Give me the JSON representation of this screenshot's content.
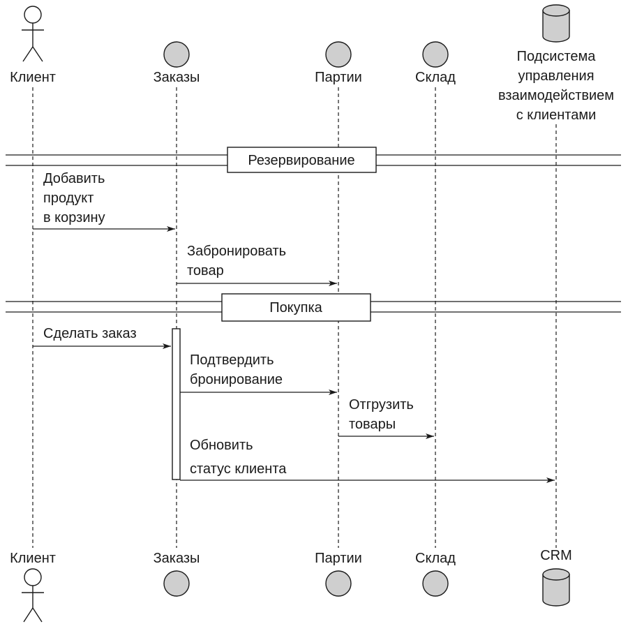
{
  "participants": {
    "client": {
      "top_label": "Клиент",
      "bottom_label": "Клиент",
      "icon": "actor-icon"
    },
    "orders": {
      "top_label": "Заказы",
      "bottom_label": "Заказы",
      "icon": "entity-circle-icon"
    },
    "batches": {
      "top_label": "Партии",
      "bottom_label": "Партии",
      "icon": "entity-circle-icon"
    },
    "warehouse": {
      "top_label": "Склад",
      "bottom_label": "Склад",
      "icon": "entity-circle-icon"
    },
    "crm": {
      "top_label_lines": [
        "Подсистема",
        "управления",
        "взаимодействием",
        "с клиентами"
      ],
      "bottom_label": "CRM",
      "icon": "database-icon"
    }
  },
  "sections": {
    "reservation": "Резервирование",
    "purchase": "Покупка"
  },
  "messages": {
    "add_to_cart": [
      "Добавить",
      "продукт",
      "в корзину"
    ],
    "reserve_goods": [
      "Забронировать",
      "товар"
    ],
    "place_order": [
      "Сделать заказ"
    ],
    "confirm_reservation": [
      "Подтвердить",
      "бронирование"
    ],
    "ship_goods": [
      "Отгрузить",
      "товары"
    ],
    "update_client_status": [
      "Обновить",
      "статус клиента"
    ]
  },
  "colors": {
    "line": "#1a1a1a",
    "entity_fill": "#cfcfcf",
    "background": "#ffffff"
  }
}
